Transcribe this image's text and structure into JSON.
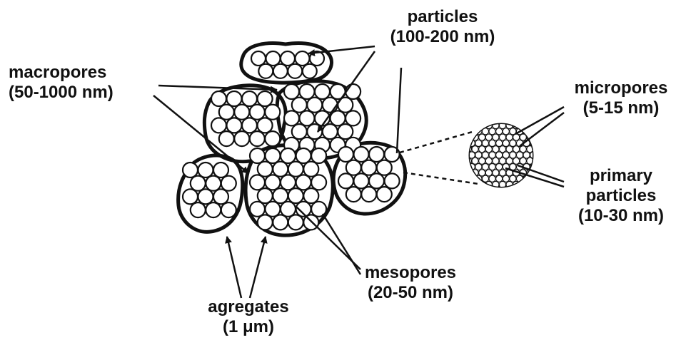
{
  "labels": {
    "particles": {
      "line1": "particles",
      "line2": "(100-200 nm)"
    },
    "macropores": {
      "line1": "macropores",
      "line2": "(50-1000 nm)"
    },
    "micropores": {
      "line1": "micropores",
      "line2": "(5-15 nm)"
    },
    "primary_particles": {
      "line1": "primary",
      "line2": "particles",
      "line3": "(10-30 nm)"
    },
    "mesopores": {
      "line1": "mesopores",
      "line2": "(20-50 nm)"
    },
    "agregates": {
      "line1": "agregates",
      "line2": "(1 μm)"
    }
  },
  "colors": {
    "ink": "#111111",
    "background": "#ffffff"
  }
}
